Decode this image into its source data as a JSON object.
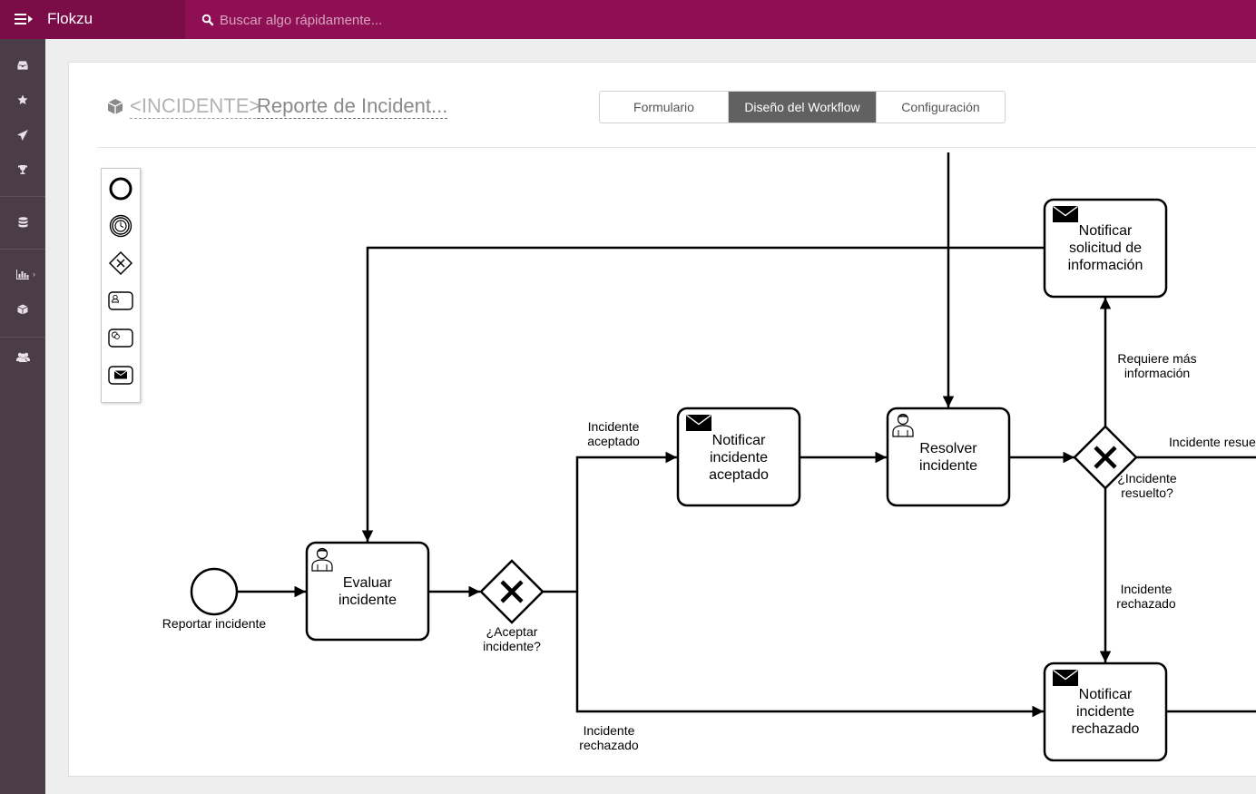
{
  "app": {
    "title": "Flokzu"
  },
  "search": {
    "placeholder": "Buscar algo rápidamente..."
  },
  "sidebar": {
    "items": [
      {
        "icon": "inbox-icon"
      },
      {
        "icon": "star-icon"
      },
      {
        "icon": "send-icon"
      },
      {
        "icon": "trophy-icon"
      },
      {
        "icon": "database-icon"
      },
      {
        "icon": "bar-chart-icon"
      },
      {
        "icon": "cube-icon"
      },
      {
        "icon": "users-icon"
      }
    ]
  },
  "process": {
    "code": "<INCIDENTE>",
    "name": "Reporte de Incident..."
  },
  "tabs": [
    {
      "label": "Formulario",
      "active": false
    },
    {
      "label": "Diseño del Workflow",
      "active": true
    },
    {
      "label": "Configuración",
      "active": false
    }
  ],
  "palette": [
    {
      "name": "start-event-tool",
      "icon": "circle-icon"
    },
    {
      "name": "timer-event-tool",
      "icon": "timer-icon"
    },
    {
      "name": "gateway-tool",
      "icon": "gateway-icon"
    },
    {
      "name": "user-task-tool",
      "icon": "user-task-icon"
    },
    {
      "name": "service-task-tool",
      "icon": "service-task-icon"
    },
    {
      "name": "mail-task-tool",
      "icon": "mail-task-icon"
    }
  ],
  "diagram": {
    "start_event": {
      "label": "Reportar incidente"
    },
    "tasks": {
      "evaluar": {
        "lines": [
          "Evaluar",
          "incidente"
        ],
        "icon": "user-icon"
      },
      "notificar_aceptado": {
        "lines": [
          "Notificar",
          "incidente",
          "aceptado"
        ],
        "icon": "envelope-icon"
      },
      "resolver": {
        "lines": [
          "Resolver",
          "incidente"
        ],
        "icon": "user-icon"
      },
      "notificar_info": {
        "lines": [
          "Notificar",
          "solicitud de",
          "información"
        ],
        "icon": "envelope-icon"
      },
      "notificar_rechazado": {
        "lines": [
          "Notificar",
          "incidente",
          "rechazado"
        ],
        "icon": "envelope-icon"
      }
    },
    "gateways": {
      "aceptar": {
        "lines": [
          "¿Aceptar",
          "incidente?"
        ]
      },
      "resuelto": {
        "lines": [
          "¿Incidente",
          "resuelto?"
        ]
      }
    },
    "flow_labels": {
      "aceptado": [
        "Incidente",
        "aceptado"
      ],
      "rechazado_bottom": [
        "Incidente",
        "rechazado"
      ],
      "requiere_info": [
        "Requiere más",
        "información"
      ],
      "rechazado_right": [
        "Incidente",
        "rechazado"
      ],
      "resuelto_right": [
        "Incidente resuelto"
      ]
    }
  }
}
